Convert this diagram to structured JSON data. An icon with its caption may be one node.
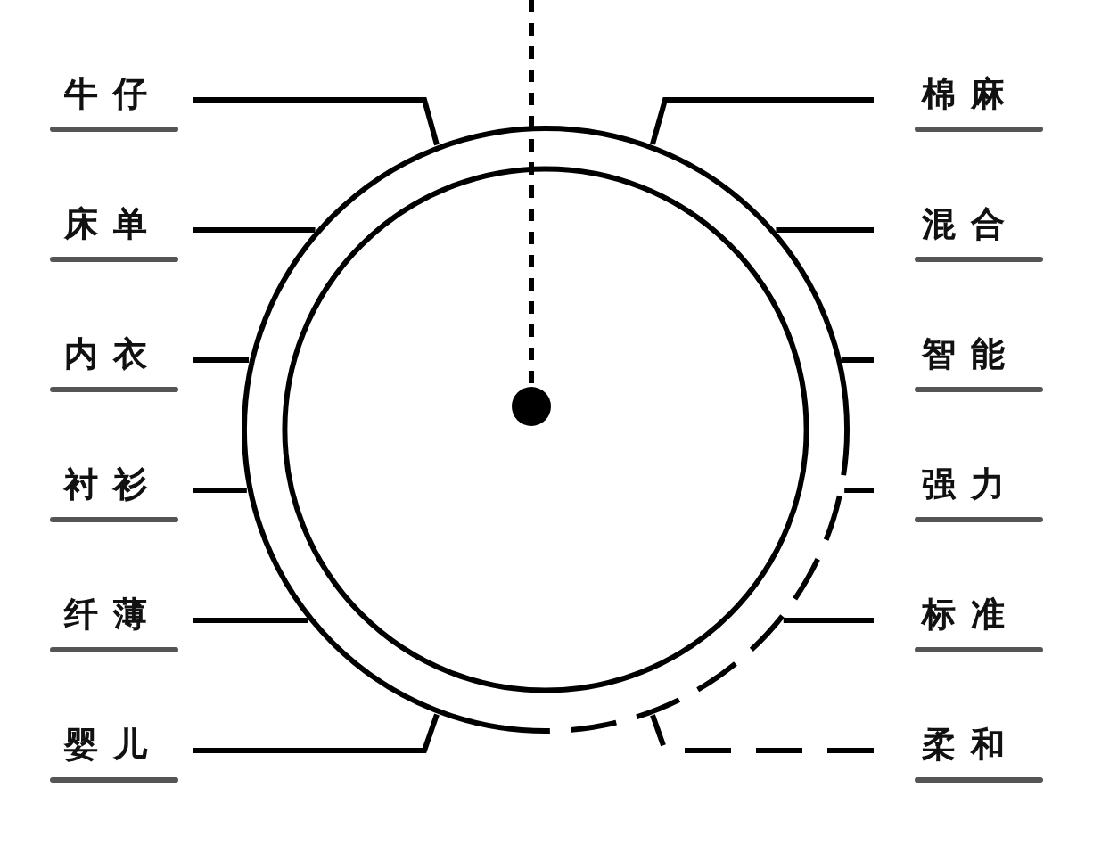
{
  "diagram": {
    "nodes": [
      {
        "text": [
          "牛仔"
        ]
      },
      {
        "text": [
          "床单"
        ]
      },
      {
        "text": [
          "内衣"
        ]
      },
      {
        "text": [
          "衬衫"
        ]
      },
      {
        "text": [
          "纤薄"
        ]
      },
      {
        "text": [
          "婴儿"
        ]
      },
      {
        "text": [
          "棉麻"
        ]
      },
      {
        "text": [
          "混合"
        ]
      },
      {
        "text": [
          "智能"
        ]
      },
      {
        "text": [
          "强力"
        ]
      },
      {
        "text": [
          "标准"
        ]
      },
      {
        "text": [
          "柔和"
        ]
      },
      {
        "text": [],
        "shape": "circle"
      },
      {
        "text": [],
        "shape": "circle",
        "in": 12
      }
    ],
    "edges": [
      {
        "from": 0,
        "to": 12,
        "arrow": "none"
      },
      {
        "from": 1,
        "to": 12,
        "arrow": "none"
      },
      {
        "from": 2,
        "to": 12,
        "arrow": "none"
      },
      {
        "from": 3,
        "to": 12,
        "arrow": "none"
      },
      {
        "from": 4,
        "to": 12,
        "arrow": "none"
      },
      {
        "from": 5,
        "to": 12,
        "arrow": "none"
      },
      {
        "from": 6,
        "to": 12,
        "arrow": "none"
      },
      {
        "from": 7,
        "to": 12,
        "arrow": "none"
      },
      {
        "from": 8,
        "to": 12,
        "arrow": "none"
      },
      {
        "from": 9,
        "to": 12,
        "arrow": "none"
      },
      {
        "from": 10,
        "to": 12,
        "arrow": "none"
      },
      {
        "from": 11,
        "to": 12,
        "arrow": "none",
        "style": "dashed"
      },
      {
        "from": null,
        "to": 13,
        "arrow": "none",
        "style": "dashed"
      }
    ]
  }
}
